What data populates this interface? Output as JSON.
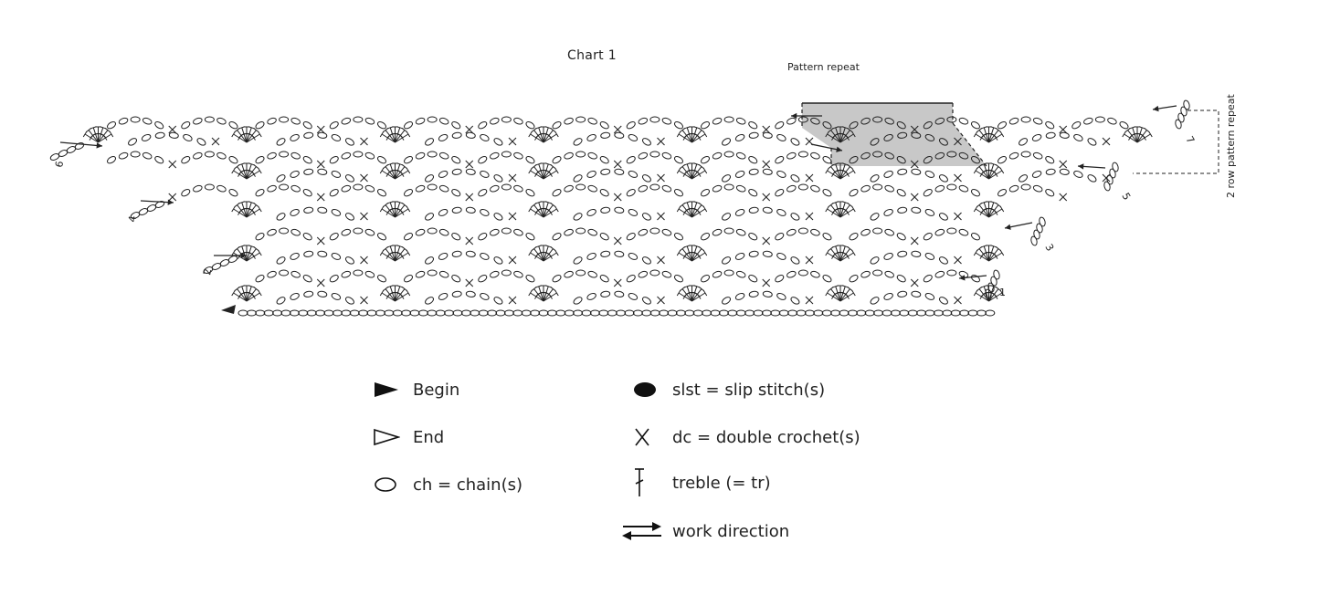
{
  "diagram": {
    "title": "Chart 1",
    "pattern_repeat_label": "Pattern repeat",
    "row_repeat_label": "2 row pattern repeat",
    "row_numbers": [
      "1",
      "2",
      "3",
      "4",
      "5",
      "6",
      "7"
    ]
  },
  "legend": {
    "begin": "Begin",
    "end": "End",
    "chain": "ch = chain(s)",
    "slip_stitch": "slst = slip stitch(s)",
    "double_crochet": "dc = double crochet(s)",
    "treble": "treble (= tr)",
    "work_direction": "work direction"
  },
  "colors": {
    "ink": "#222222",
    "repeat_fill": "#c8c8c8"
  }
}
